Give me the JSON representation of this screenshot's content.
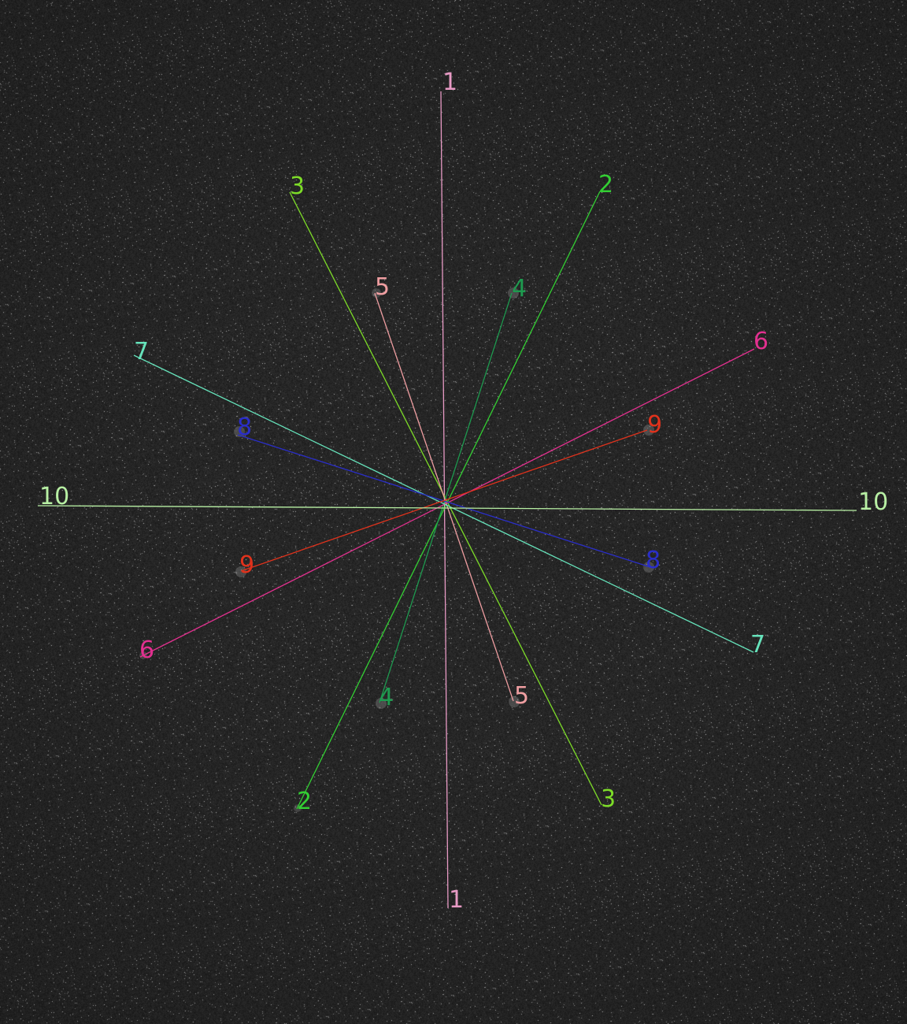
{
  "image": {
    "background_color": "#222222",
    "noise_color": "#d8d8d8"
  },
  "pairs": [
    {
      "id": "1",
      "color": "#e79ac4",
      "label_a": "1",
      "label_b": "1"
    },
    {
      "id": "2",
      "color": "#33cf33",
      "label_a": "2",
      "label_b": "2"
    },
    {
      "id": "3",
      "color": "#7ddc28",
      "label_a": "3",
      "label_b": "3"
    },
    {
      "id": "4",
      "color": "#1e9a4f",
      "label_a": "4",
      "label_b": "4"
    },
    {
      "id": "5",
      "color": "#ef9ea1",
      "label_a": "5",
      "label_b": "5"
    },
    {
      "id": "6",
      "color": "#e2308f",
      "label_a": "6",
      "label_b": "6"
    },
    {
      "id": "7",
      "color": "#66e3bb",
      "label_a": "7",
      "label_b": "7"
    },
    {
      "id": "8",
      "color": "#2a2ec8",
      "label_a": "8",
      "label_b": "8"
    },
    {
      "id": "9",
      "color": "#e0321c",
      "label_a": "9",
      "label_b": "9"
    },
    {
      "id": "10",
      "color": "#b8f0a4",
      "label_a": "10",
      "label_b": "10"
    }
  ]
}
